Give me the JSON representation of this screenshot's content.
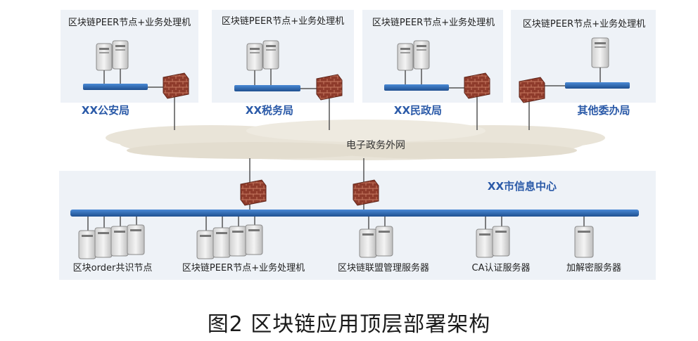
{
  "colors": {
    "bus": "#2f6fbe",
    "bus_dark": "#1f4f8f",
    "dept_label": "#2b5aa8",
    "panel": "#eef2f7",
    "cloud": "#e9e4d8",
    "firewall": "#8a3a2a",
    "server": "#e4e4e4"
  },
  "departments": [
    {
      "machine_label": "区块链PEER节点+业务处理机",
      "name": "XX公安局"
    },
    {
      "machine_label": "区块链PEER节点+业务处理机",
      "name": "XX税务局"
    },
    {
      "machine_label": "区块链PEER节点+业务处理机",
      "name": "XX民政局"
    },
    {
      "machine_label": "区块链PEER节点+业务处理机",
      "name": "其他委办局"
    }
  ],
  "network_label": "电子政务外网",
  "center": {
    "name": "XX市信息中心",
    "groups": [
      {
        "label": "区块order共识节点"
      },
      {
        "label": "区块链PEER节点+业务处理机"
      },
      {
        "label": "区块链联盟管理服务器"
      },
      {
        "label": "CA认证服务器"
      },
      {
        "label": "加解密服务器"
      }
    ]
  },
  "caption": "图2  区块链应用顶层部署架构"
}
